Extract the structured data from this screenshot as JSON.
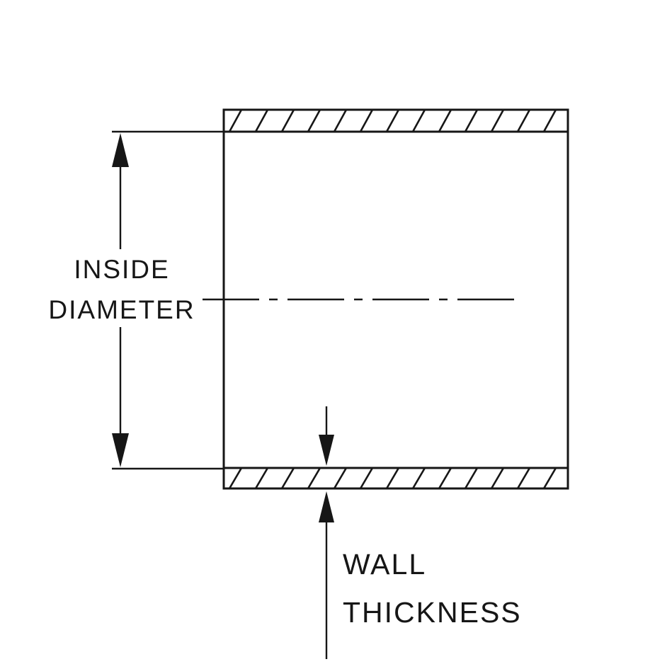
{
  "diagram": {
    "colors": {
      "line": "#161616",
      "background": "#ffffff"
    },
    "labels": {
      "inside_diameter_line1": "INSIDE",
      "inside_diameter_line2": "DIAMETER",
      "wall_thickness_line1": "WALL",
      "wall_thickness_line2": "THICKNESS"
    }
  }
}
